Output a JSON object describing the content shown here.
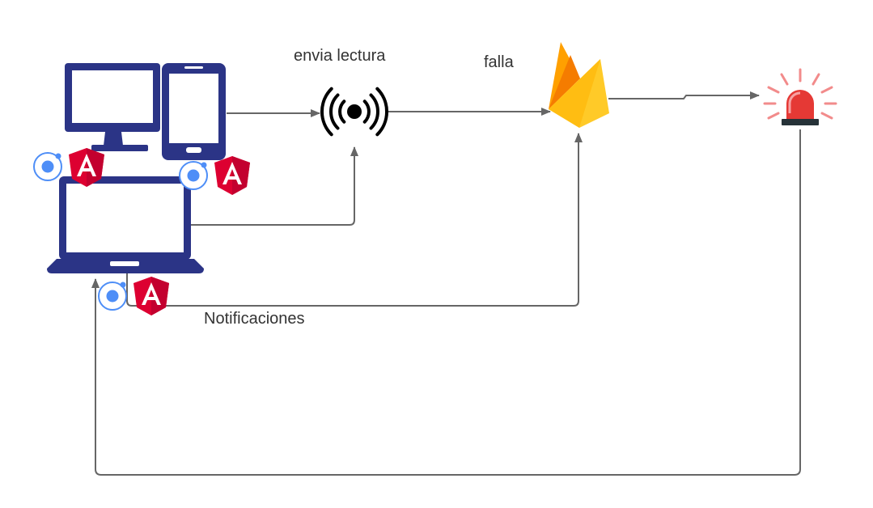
{
  "labels": {
    "send_reading": "envia lectura",
    "failure": "falla",
    "notifications": "Notificaciones"
  },
  "icons": {
    "monitor": "monitor-icon",
    "phone": "smartphone-icon",
    "laptop": "laptop-icon",
    "sensor": "wireless-broadcast-icon",
    "database": "firebase-icon",
    "alarm": "siren-light-icon",
    "ionic": "ionic-logo-icon",
    "angular": "angular-logo-icon"
  },
  "colors": {
    "device_navy": "#2b3486",
    "connector": "#666666",
    "ionic_blue": "#4e8ef7",
    "angular_red": "#dd0031",
    "firebase_yellow": "#ffca28",
    "firebase_orange": "#ffa000",
    "alarm_red": "#e53935"
  }
}
